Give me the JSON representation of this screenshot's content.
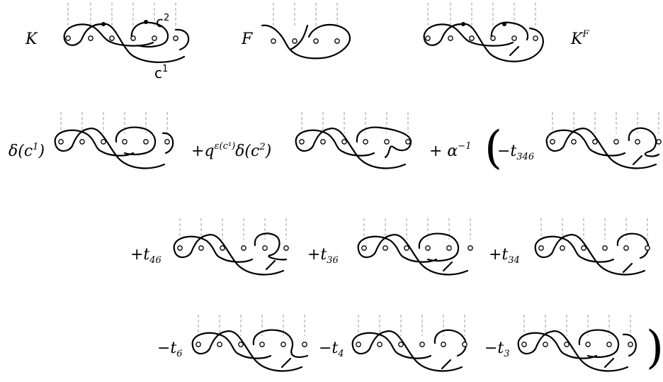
{
  "row1": {
    "K_label": "K",
    "F_label": "F",
    "KF_label": "K",
    "KF_sup": "F",
    "c2_label": "c",
    "c2_sup": "2",
    "c1_label": "c",
    "c1_sup": "1"
  },
  "row2": {
    "delta_c1": "δ(c",
    "delta_c1_sup": "1",
    "delta_c1_close": ")",
    "plus_q": "+q",
    "q_sup": "ε(c¹)",
    "delta_c2": "δ(c",
    "delta_c2_sup": "2",
    "delta_c2_close": ")",
    "plus_alpha": "+ α",
    "alpha_sup": "−1",
    "open_paren": "(",
    "minus_t": "−t",
    "t_sub": "346"
  },
  "row3": {
    "terms": [
      {
        "sign": "+t",
        "sub": "46"
      },
      {
        "sign": "+t",
        "sub": "36"
      },
      {
        "sign": "+t",
        "sub": "34"
      }
    ]
  },
  "row4": {
    "terms": [
      {
        "sign": "−t",
        "sub": "6"
      },
      {
        "sign": "−t",
        "sub": "4"
      },
      {
        "sign": "−t",
        "sub": "3"
      }
    ],
    "close_paren": ")"
  }
}
